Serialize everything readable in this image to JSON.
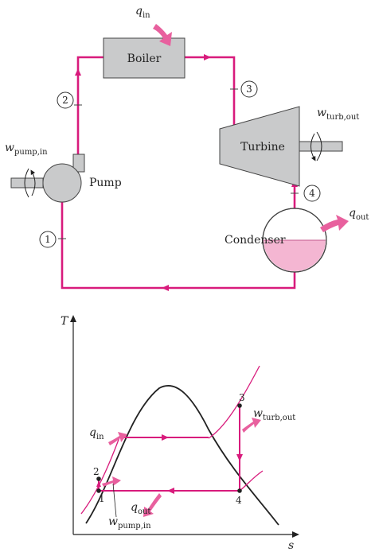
{
  "colors": {
    "pipe": "#d81b7c",
    "component_fill": "#c9cacb",
    "component_stroke": "#444444",
    "curve": "#222222",
    "heat_arrow": "#e8609e",
    "liquid": "#f4b6d2"
  },
  "cycle": {
    "q_in": {
      "sym": "q",
      "sub": "in"
    },
    "q_out": {
      "sym": "q",
      "sub": "out"
    },
    "w_pump_in": {
      "sym": "w",
      "sub": "pump,in"
    },
    "w_turb_out": {
      "sym": "w",
      "sub": "turb,out"
    },
    "boiler": "Boiler",
    "turbine": "Turbine",
    "pump": "Pump",
    "condenser": "Condenser",
    "states": [
      "1",
      "2",
      "3",
      "4"
    ]
  },
  "ts_diagram": {
    "axis_y": "T",
    "axis_x": "s",
    "states": [
      "1",
      "2",
      "3",
      "4"
    ],
    "q_in": {
      "sym": "q",
      "sub": "in"
    },
    "q_out": {
      "sym": "q",
      "sub": "out"
    },
    "w_turb_out": {
      "sym": "w",
      "sub": "turb,out"
    },
    "w_pump_in": {
      "sym": "w",
      "sub": "pump,in"
    }
  }
}
